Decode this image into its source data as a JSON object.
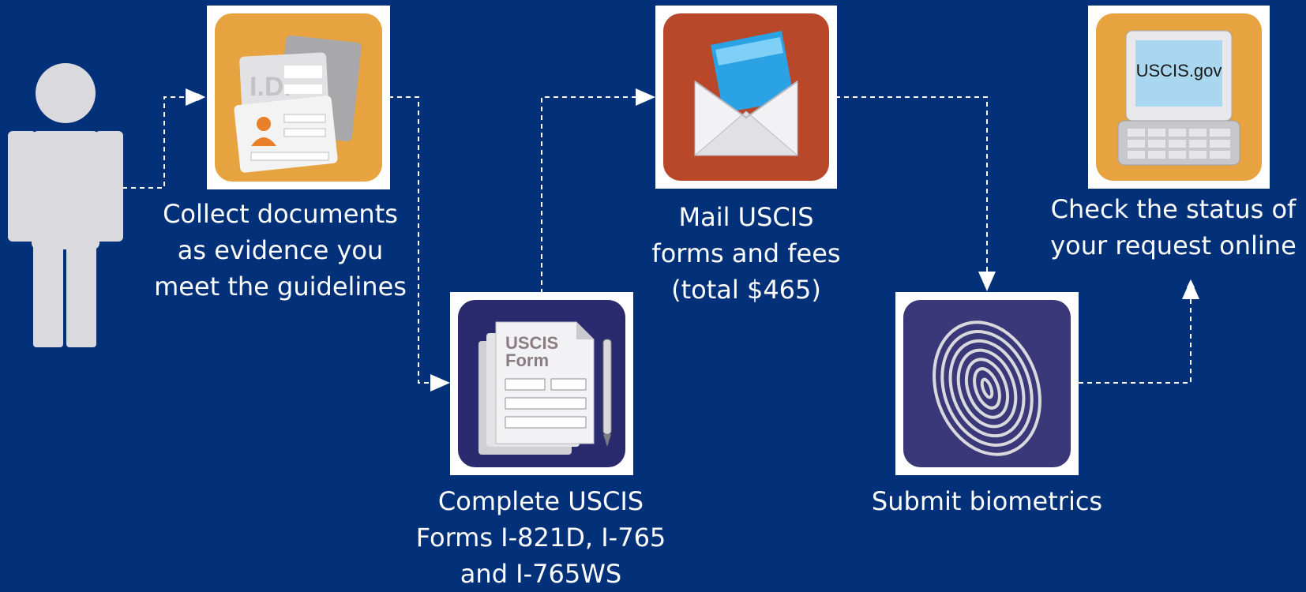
{
  "colors": {
    "background": "#02317a",
    "connector": "#ffffff",
    "person": "#d9d9de",
    "documents_tile": "#e6a33f",
    "forms_tile": "#2a2a6e",
    "mail_tile": "#b9472a",
    "biometrics_tile": "#3a3878",
    "status_tile": "#e6a33f"
  },
  "steps": {
    "documents": {
      "label": "Collect documents\nas evidence you\nmeet the guidelines",
      "icon": "id-documents-icon"
    },
    "forms": {
      "label": "Complete USCIS\nForms I-821D, I-765\nand I-765WS",
      "icon": "uscis-form-icon",
      "icon_text_1": "USCIS",
      "icon_text_2": "Form"
    },
    "mail": {
      "label": "Mail USCIS\nforms and fees\n(total $465)",
      "icon": "envelope-icon"
    },
    "biometrics": {
      "label": "Submit biometrics",
      "icon": "fingerprint-icon"
    },
    "status": {
      "label": "Check the status of\nyour request online",
      "icon": "computer-icon",
      "screen_text": "USCIS.gov"
    }
  },
  "applicant": {
    "icon": "person-icon"
  },
  "id_card_text": "I.D."
}
